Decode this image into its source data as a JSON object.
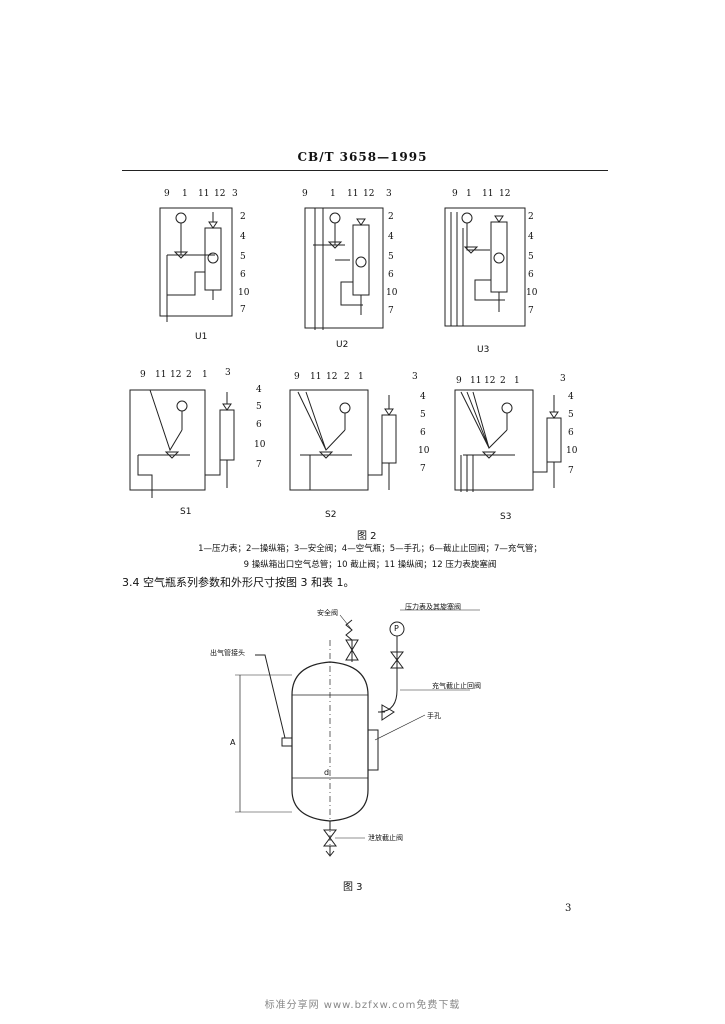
{
  "header": "CB/T 3658—1995",
  "figure2": {
    "caption": "图 2",
    "legend_line1": "1—压力表；2—操纵箱；3—安全阀；4—空气瓶；5—手孔；6—截止止回阀；7—充气管；",
    "legend_line2": "9  操纵箱出口空气总管；10  截止阀；11  操纵阀；12  压力表旋塞阀",
    "diagrams": [
      {
        "name": "U1",
        "top_numbers": [
          "9",
          "1",
          "11",
          "12",
          "3"
        ],
        "right_numbers": [
          "2",
          "4",
          "5",
          "6",
          "10",
          "7"
        ]
      },
      {
        "name": "U2",
        "top_numbers": [
          "9",
          "1",
          "11",
          "12",
          "3"
        ],
        "right_numbers": [
          "2",
          "4",
          "5",
          "6",
          "10",
          "7"
        ]
      },
      {
        "name": "U3",
        "top_numbers": [
          "9",
          "1",
          "11",
          "12"
        ],
        "right_numbers": [
          "2",
          "4",
          "5",
          "6",
          "10",
          "7"
        ]
      },
      {
        "name": "S1",
        "top_numbers": [
          "9",
          "11",
          "12",
          "2",
          "1"
        ],
        "right_numbers": [
          "3",
          "4",
          "5",
          "6",
          "10",
          "7"
        ]
      },
      {
        "name": "S2",
        "top_numbers": [
          "9",
          "11",
          "12",
          "2",
          "1"
        ],
        "right_numbers": [
          "3",
          "4",
          "5",
          "6",
          "10",
          "7"
        ]
      },
      {
        "name": "S3",
        "top_numbers": [
          "9",
          "11",
          "12",
          "2",
          "1"
        ],
        "right_numbers": [
          "3",
          "4",
          "5",
          "6",
          "10",
          "7"
        ]
      }
    ]
  },
  "section_text": "3.4  空气瓶系列参数和外形尺寸按图 3 和表 1。",
  "figure3": {
    "caption": "图 3",
    "labels": {
      "safety_valve": "安全阀",
      "pressure_gauge": "压力表及其旋塞阀",
      "p_symbol": "P",
      "air_inlet": "出气管接头",
      "check_valve": "充气截止止回阀",
      "handhole": "手孔",
      "drain_valve": "泄放截止阀",
      "dim_a": "A",
      "dim_d": "d"
    }
  },
  "page_number": "3",
  "footer": "标准分享网 www.bzfxw.com免费下载"
}
